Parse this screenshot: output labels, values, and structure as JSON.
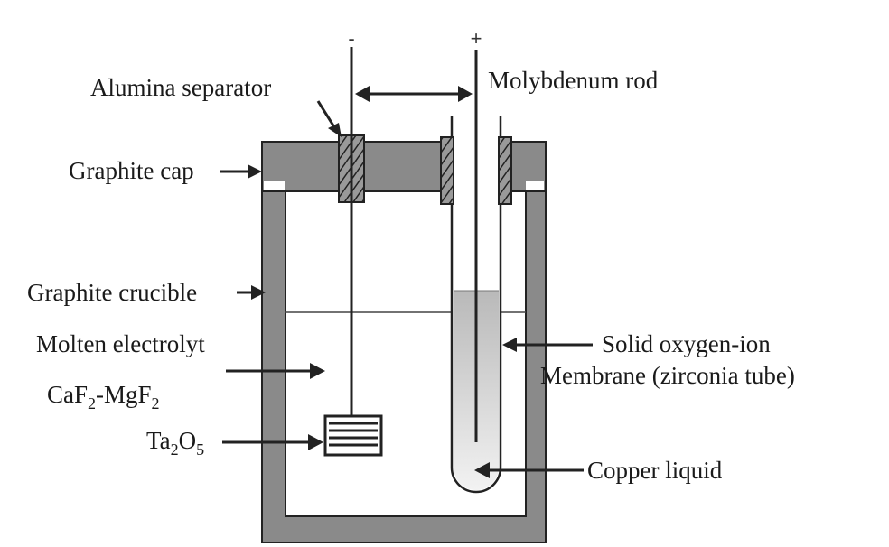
{
  "diagram": {
    "terminals": {
      "negative": "-",
      "positive": "+"
    },
    "labels": {
      "alumina_separator": "Alumina separator",
      "molybdenum_rod": "Molybdenum rod",
      "graphite_cap": "Graphite cap",
      "graphite_crucible": "Graphite crucible",
      "molten_electrolyte": "Molten electrolyt",
      "electrolyte_formula": {
        "ca": "CaF",
        "ca_sub": "2",
        "mid": "-MgF",
        "mg_sub": "2"
      },
      "oxide_formula": {
        "ta": "Ta",
        "ta_sub": "2",
        "o": "O",
        "o_sub": "5"
      },
      "membrane_line1": "Solid oxygen-ion",
      "membrane_line2": "Membrane (zirconia tube)",
      "copper_liquid": "Copper liquid"
    },
    "colors": {
      "graphite": "#8a8a8a",
      "outline": "#222222",
      "copper_liquid": "#c4c4c4",
      "background": "#ffffff"
    }
  }
}
